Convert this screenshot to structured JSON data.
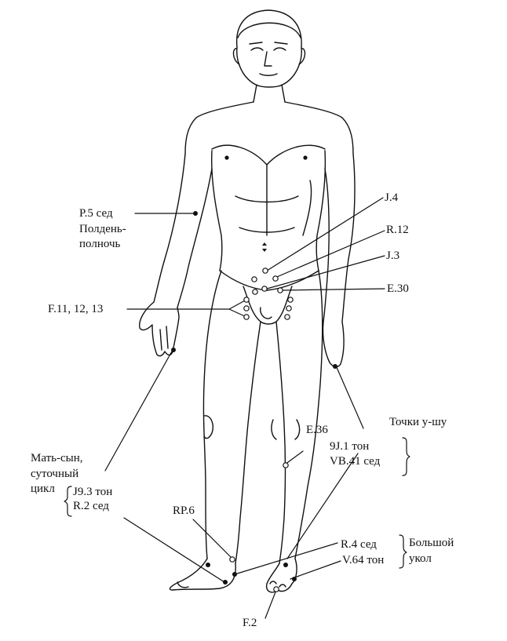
{
  "ink": "#111111",
  "labels": {
    "p5": "P.5 сед",
    "midday1": "Полдень-",
    "midday2": "полночь",
    "j4": "J.4",
    "r12": "R.12",
    "j3": "J.3",
    "e30": "E.30",
    "f11": "F.11,  12,  13",
    "wushu": "Точки у-шу",
    "e36": "E.36",
    "j1": "9J.1 тон",
    "vb41": "VB.41 сед",
    "mother1": "Мать-сын,",
    "mother2": "суточный",
    "mother3": "цикл",
    "j93": "J9.3 тон",
    "r2": "R.2 сед",
    "rp6": "RP.6",
    "r4": "R.4 сед",
    "v64": "V.64 тон",
    "big1": "Большой",
    "big2": "укол",
    "f2": "F.2"
  }
}
